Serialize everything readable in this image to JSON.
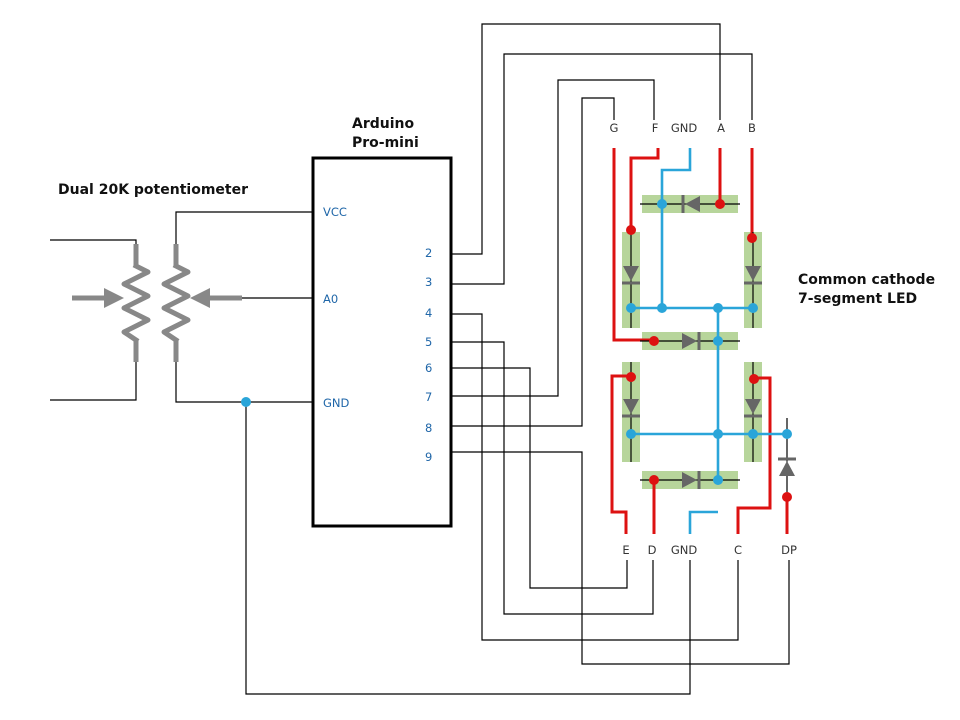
{
  "potentiometer": {
    "label": "Dual 20K potentiometer"
  },
  "arduino": {
    "title_line1": "Arduino",
    "title_line2": "Pro-mini",
    "left_pins": [
      "VCC",
      "A0",
      "GND"
    ],
    "right_pins": [
      "2",
      "3",
      "4",
      "5",
      "6",
      "7",
      "8",
      "9"
    ]
  },
  "led": {
    "title_line1": "Common cathode",
    "title_line2": "7-segment LED",
    "top_pins": [
      "G",
      "F",
      "GND",
      "A",
      "B"
    ],
    "bottom_pins": [
      "E",
      "D",
      "GND",
      "C",
      "DP"
    ]
  },
  "colors": {
    "anode_wire": "#dd1111",
    "cathode_wire": "#2aa5d9",
    "segment_highlight": "#b7d59b",
    "pin_label": "#1f66a8",
    "component": "#888888"
  }
}
